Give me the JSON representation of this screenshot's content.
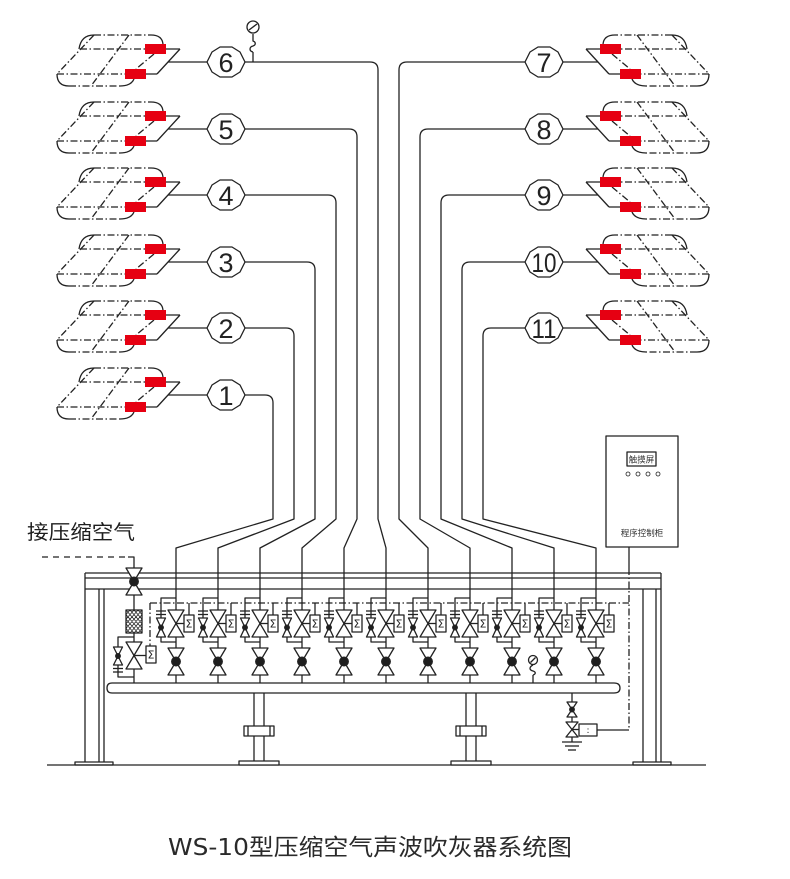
{
  "title": "WS-10型压缩空气声波吹灰器系统图",
  "inlet": {
    "label": "接压缩空气"
  },
  "control_cabinet": {
    "screen_label": "触摸屏",
    "name": "程序控制柜",
    "indicator_lights": 4
  },
  "sound_horns": {
    "left": [
      "6",
      "5",
      "4",
      "3",
      "2",
      "1"
    ],
    "right": [
      "7",
      "8",
      "9",
      "10",
      "11"
    ]
  },
  "manifold": {
    "branch_valve_units": 11
  },
  "symbols": {
    "actuator": "Σ",
    "solenoid_box": ":"
  },
  "colors": {
    "line": "#222222",
    "nozzle": "#e60012",
    "background": "#ffffff"
  }
}
